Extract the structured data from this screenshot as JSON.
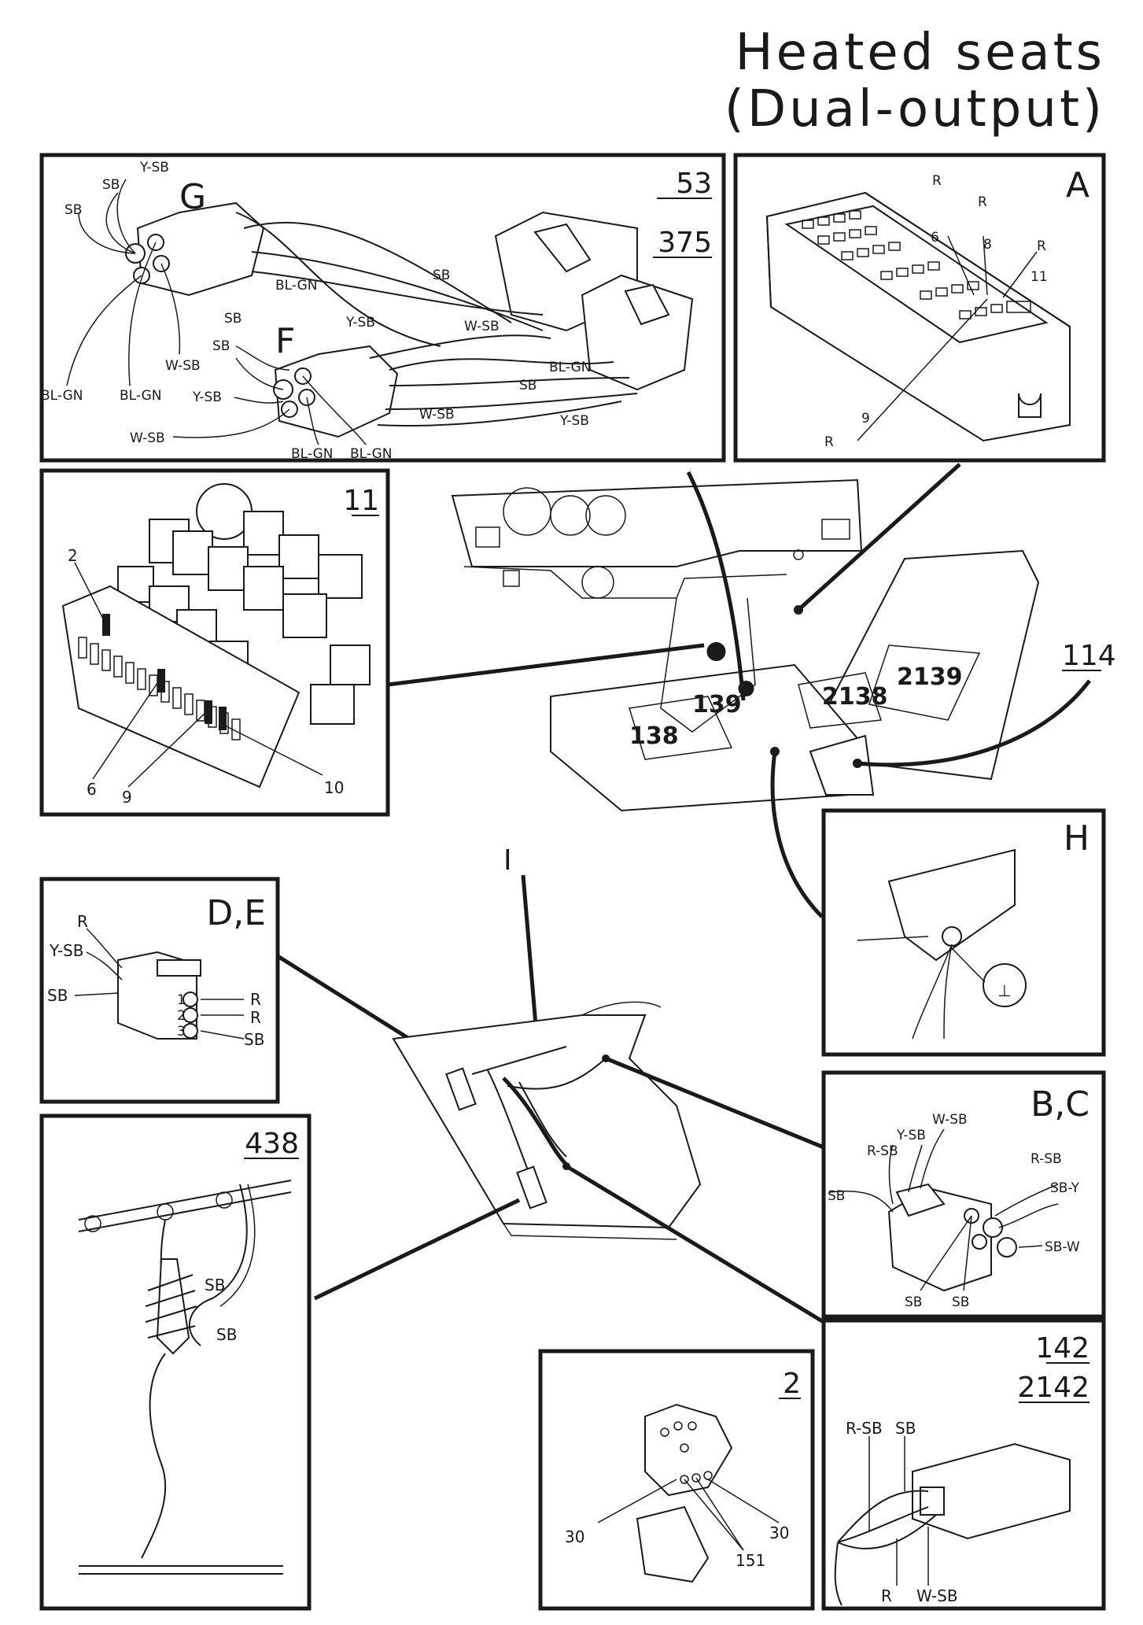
{
  "title": {
    "line1": "Heated seats",
    "line2": "(Dual-output)"
  },
  "panels": {
    "gf": {
      "label_g": "G",
      "label_f": "F",
      "ref_53": "53",
      "ref_375": "375",
      "wires": [
        "Y-SB",
        "SB",
        "SB",
        "BL-GN",
        "BL-GN",
        "W-SB",
        "BL-GN",
        "SB",
        "W-SB",
        "Y-SB",
        "SB",
        "SB",
        "Y-SB",
        "W-SB",
        "BL-GN",
        "BL-GN",
        "SB",
        "BL-GN",
        "W-SB",
        "Y-SB"
      ]
    },
    "a": {
      "label": "A",
      "wires": [
        "R",
        "R",
        "6",
        "8",
        "R",
        "11",
        "9",
        "R"
      ]
    },
    "p11": {
      "label": "11",
      "callouts": [
        "2",
        "6",
        "9",
        "10"
      ]
    },
    "car": {
      "refs": [
        "139",
        "138",
        "2138",
        "2139"
      ]
    },
    "ref_114": "114",
    "h": {
      "label": "H",
      "ground": "⊥"
    },
    "de": {
      "label": "D,E",
      "wires": [
        "R",
        "Y-SB",
        "SB",
        "R",
        "R",
        "SB"
      ],
      "pins": [
        "1",
        "2",
        "3"
      ]
    },
    "i": {
      "label": "I"
    },
    "bc": {
      "label": "B,C",
      "wires": [
        "W-SB",
        "Y-SB",
        "R-SB",
        "R-SB",
        "SB-Y",
        "SB",
        "SB-W",
        "SB",
        "SB"
      ]
    },
    "p438": {
      "label": "438",
      "wires": [
        "SB",
        "SB"
      ]
    },
    "p2": {
      "label": "2",
      "callouts": [
        "30",
        "30",
        "151"
      ]
    },
    "p142": {
      "label1": "142",
      "label2": "2142",
      "wires": [
        "R-SB",
        "SB",
        "R",
        "W-SB"
      ]
    }
  }
}
